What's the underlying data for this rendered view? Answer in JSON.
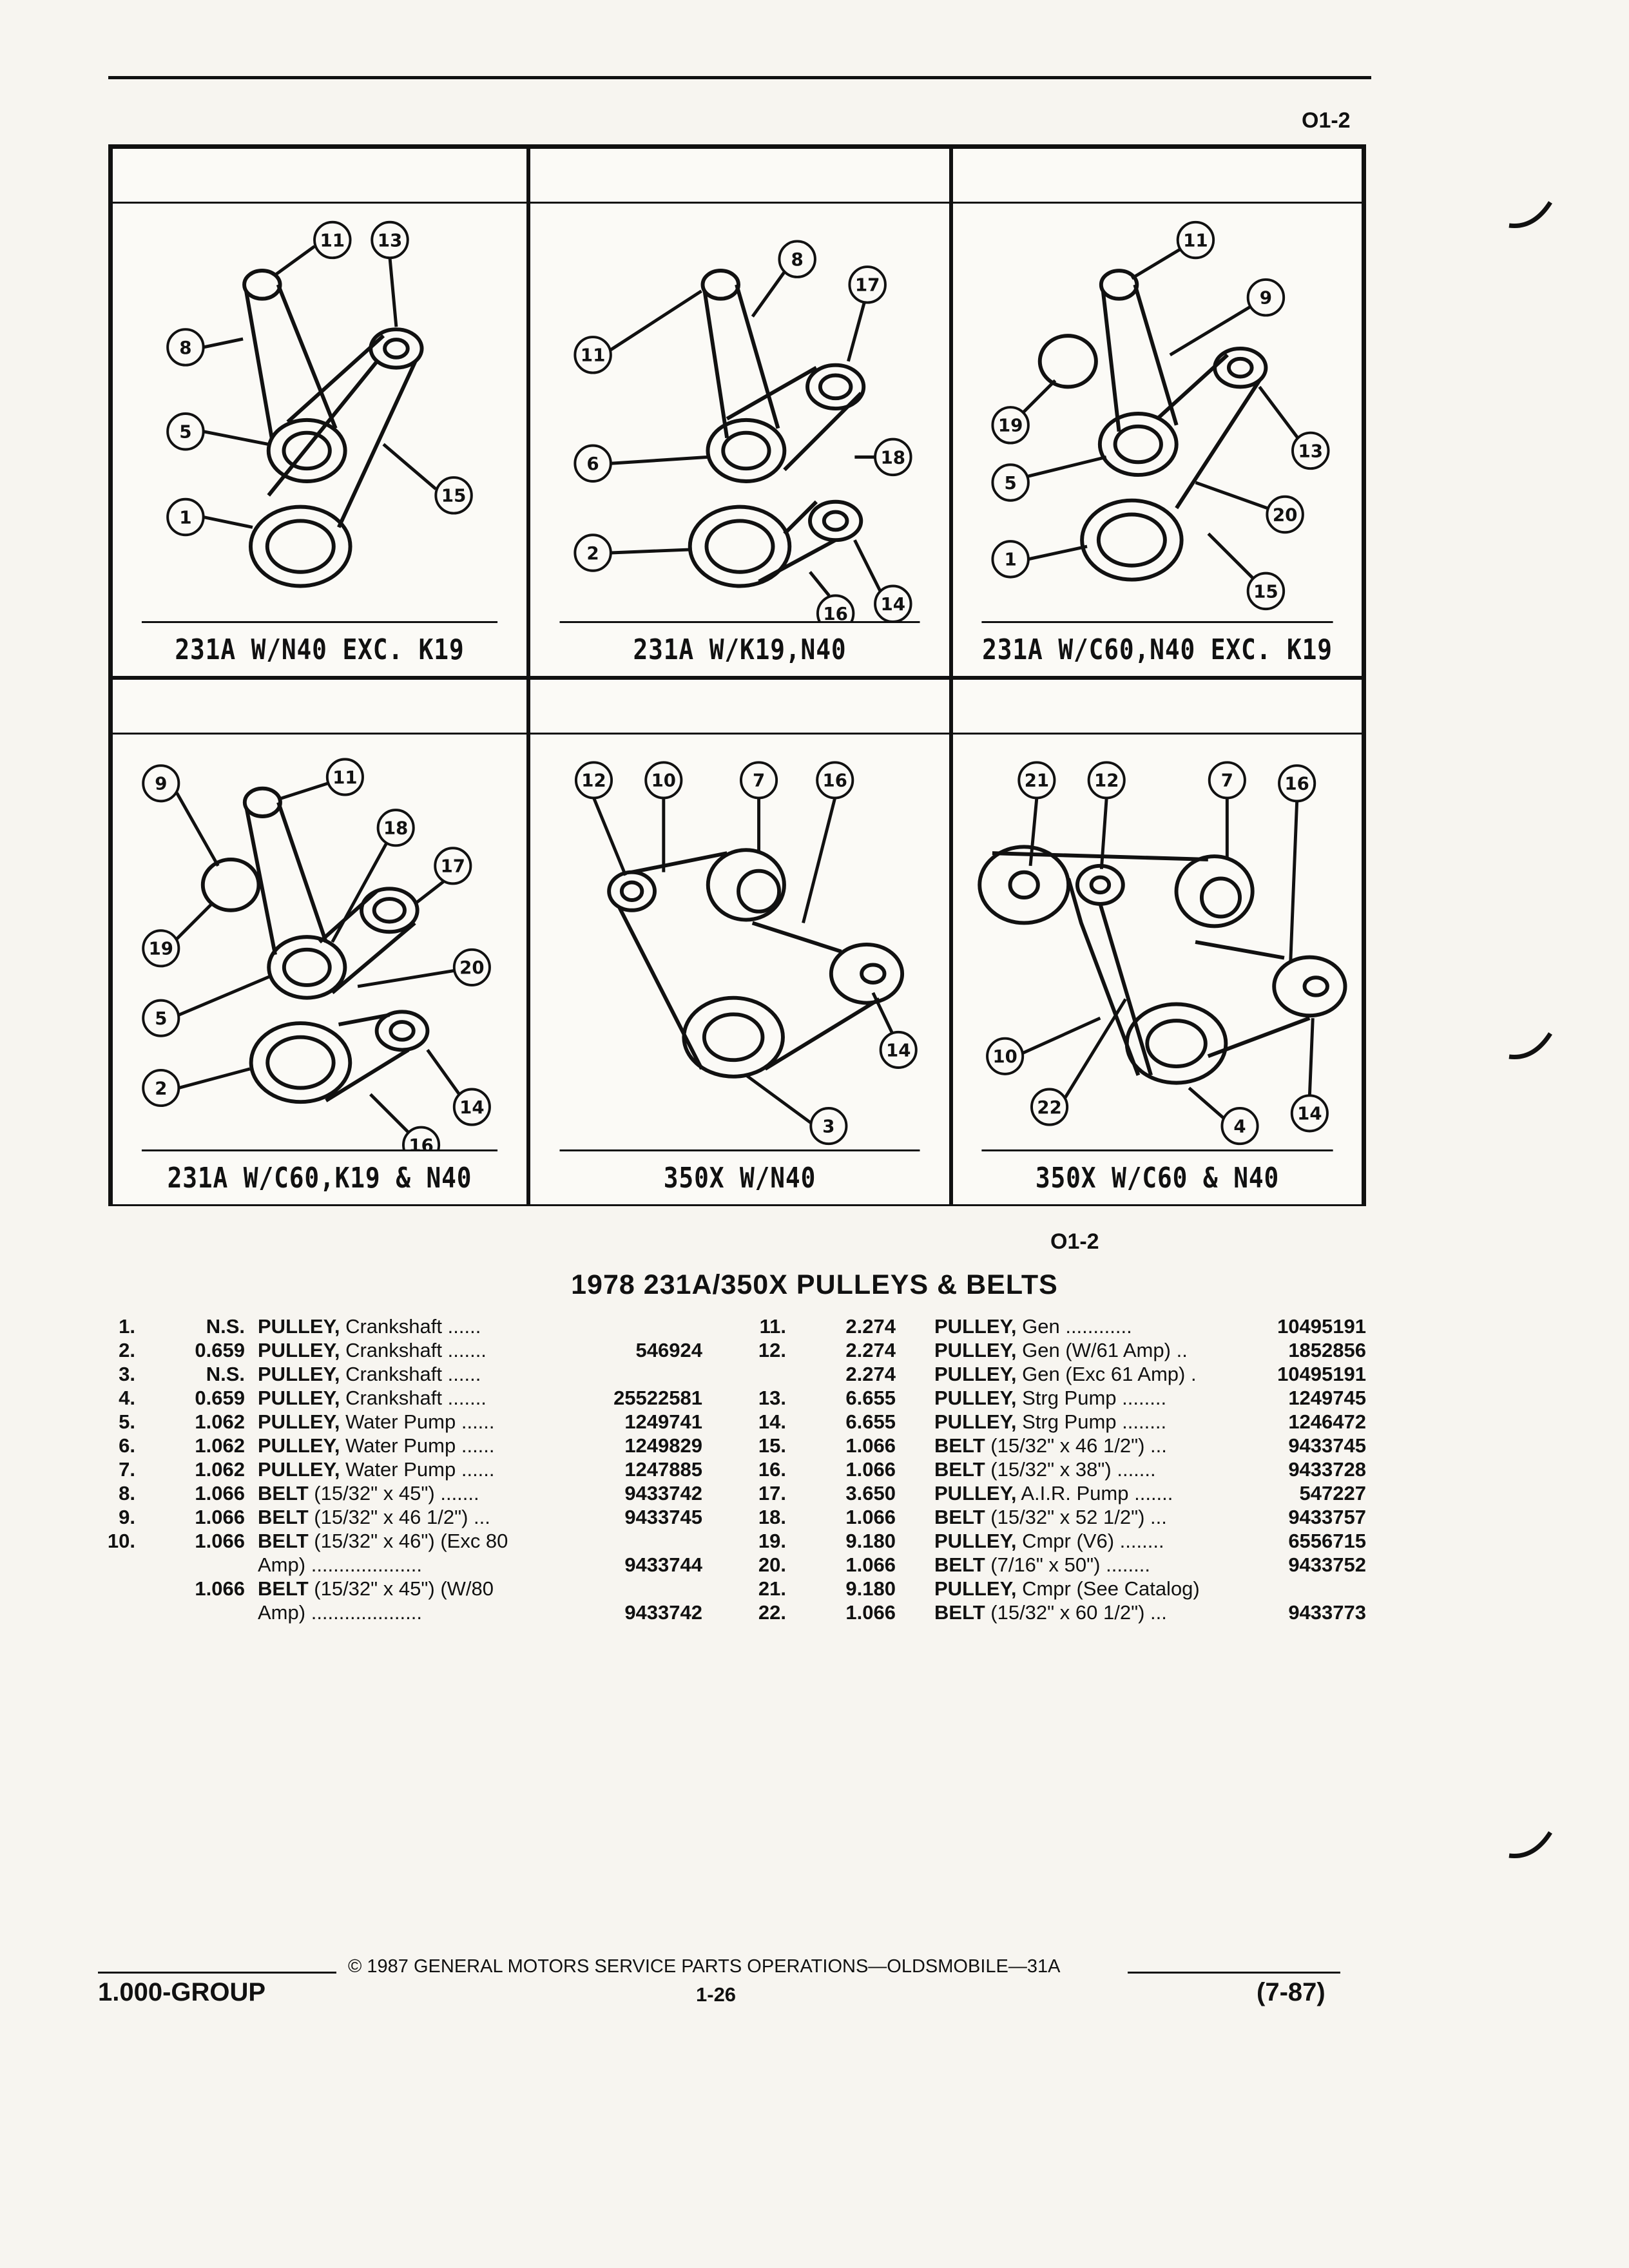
{
  "page": {
    "figure_ref_top": "O1-2",
    "figure_ref_bottom": "O1-2"
  },
  "figures": [
    {
      "caption": "231A W/N40 EXC. K19",
      "callouts": [
        "11",
        "13",
        "8",
        "5",
        "15",
        "1"
      ]
    },
    {
      "caption": "231A W/K19,N40",
      "callouts": [
        "8",
        "17",
        "11",
        "6",
        "18",
        "2",
        "14",
        "16"
      ]
    },
    {
      "caption": "231A W/C60,N40 EXC. K19",
      "callouts": [
        "11",
        "9",
        "19",
        "13",
        "5",
        "20",
        "1",
        "15"
      ]
    },
    {
      "caption": "231A W/C60,K19 & N40",
      "callouts": [
        "9",
        "11",
        "18",
        "17",
        "19",
        "20",
        "5",
        "2",
        "14",
        "16"
      ]
    },
    {
      "caption": "350X W/N40",
      "callouts": [
        "12",
        "10",
        "7",
        "16",
        "14",
        "3"
      ]
    },
    {
      "caption": "350X W/C60 & N40",
      "callouts": [
        "21",
        "12",
        "7",
        "16",
        "10",
        "22",
        "4",
        "14"
      ]
    }
  ],
  "section_title": "1978 231A/350X PULLEYS & BELTS",
  "parts_left": [
    {
      "num": "1.",
      "group": "N.S.",
      "desc": "Crankshaft",
      "kind": "PULLEY,",
      "dots": "......",
      "part": ""
    },
    {
      "num": "2.",
      "group": "0.659",
      "desc": "Crankshaft",
      "kind": "PULLEY,",
      "dots": ".......",
      "part": "546924"
    },
    {
      "num": "3.",
      "group": "N.S.",
      "desc": "Crankshaft",
      "kind": "PULLEY,",
      "dots": "......",
      "part": ""
    },
    {
      "num": "4.",
      "group": "0.659",
      "desc": "Crankshaft",
      "kind": "PULLEY,",
      "dots": ".......",
      "part": "25522581"
    },
    {
      "num": "5.",
      "group": "1.062",
      "desc": "Water Pump",
      "kind": "PULLEY,",
      "dots": "......",
      "part": "1249741"
    },
    {
      "num": "6.",
      "group": "1.062",
      "desc": "Water Pump",
      "kind": "PULLEY,",
      "dots": "......",
      "part": "1249829"
    },
    {
      "num": "7.",
      "group": "1.062",
      "desc": "Water Pump",
      "kind": "PULLEY,",
      "dots": "......",
      "part": "1247885"
    },
    {
      "num": "8.",
      "group": "1.066",
      "desc": "(15/32\" x 45\")",
      "kind": "BELT",
      "dots": ".......",
      "part": "9433742"
    },
    {
      "num": "9.",
      "group": "1.066",
      "desc": "(15/32\" x 46 1/2\")",
      "kind": "BELT",
      "dots": "...",
      "part": "9433745"
    },
    {
      "num": "10.",
      "group": "1.066",
      "desc": "(15/32\" x 46\") (Exc 80",
      "kind": "BELT",
      "dots": "",
      "part": ""
    },
    {
      "num": "",
      "group": "",
      "desc": "Amp)",
      "kind": "",
      "dots": "....................",
      "part": "9433744"
    },
    {
      "num": "",
      "group": "1.066",
      "desc": "(15/32\" x 45\") (W/80",
      "kind": "BELT",
      "dots": "",
      "part": ""
    },
    {
      "num": "",
      "group": "",
      "desc": "Amp)",
      "kind": "",
      "dots": "....................",
      "part": "9433742"
    }
  ],
  "parts_right": [
    {
      "num": "11.",
      "group": "2.274",
      "desc": "Gen",
      "kind": "PULLEY,",
      "dots": "............",
      "part": "10495191"
    },
    {
      "num": "12.",
      "group": "2.274",
      "desc": "Gen (W/61 Amp)",
      "kind": "PULLEY,",
      "dots": "..",
      "part": "1852856"
    },
    {
      "num": "",
      "group": "2.274",
      "desc": "Gen (Exc 61 Amp)",
      "kind": "PULLEY,",
      "dots": ".",
      "part": "10495191"
    },
    {
      "num": "13.",
      "group": "6.655",
      "desc": "Strg Pump",
      "kind": "PULLEY,",
      "dots": "........",
      "part": "1249745"
    },
    {
      "num": "14.",
      "group": "6.655",
      "desc": "Strg Pump",
      "kind": "PULLEY,",
      "dots": "........",
      "part": "1246472"
    },
    {
      "num": "15.",
      "group": "1.066",
      "desc": "(15/32\" x 46 1/2\")",
      "kind": "BELT",
      "dots": "...",
      "part": "9433745"
    },
    {
      "num": "16.",
      "group": "1.066",
      "desc": "(15/32\" x 38\")",
      "kind": "BELT",
      "dots": ".......",
      "part": "9433728"
    },
    {
      "num": "17.",
      "group": "3.650",
      "desc": "A.I.R. Pump",
      "kind": "PULLEY,",
      "dots": ".......",
      "part": "547227"
    },
    {
      "num": "18.",
      "group": "1.066",
      "desc": "(15/32\" x 52 1/2\")",
      "kind": "BELT",
      "dots": "...",
      "part": "9433757"
    },
    {
      "num": "19.",
      "group": "9.180",
      "desc": "Cmpr (V6)",
      "kind": "PULLEY,",
      "dots": "........",
      "part": "6556715"
    },
    {
      "num": "20.",
      "group": "1.066",
      "desc": "(7/16\" x 50\")",
      "kind": "BELT",
      "dots": "........",
      "part": "9433752"
    },
    {
      "num": "21.",
      "group": "9.180",
      "desc": "Cmpr (See Catalog)",
      "kind": "PULLEY,",
      "dots": "",
      "part": ""
    },
    {
      "num": "22.",
      "group": "1.066",
      "desc": "(15/32\" x 60 1/2\")",
      "kind": "BELT",
      "dots": "...",
      "part": "9433773"
    }
  ],
  "footer": {
    "copyright": "© 1987 GENERAL MOTORS SERVICE PARTS OPERATIONS—OLDSMOBILE—31A",
    "group": "1.000-GROUP",
    "page_number": "1-26",
    "date": "(7-87)"
  }
}
